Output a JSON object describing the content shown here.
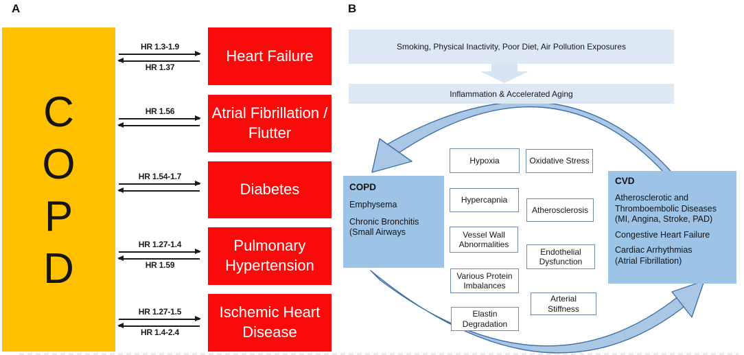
{
  "colors": {
    "copd_yellow": "#FFC000",
    "disease_red": "#F90B0B",
    "banner_blue": "#DCE9F5",
    "block_arrow_blue": "#D7E4F2",
    "entity_blue": "#9DC3E6",
    "arc_fill": "#AAC7E5",
    "arc_stroke": "#3F6FA8",
    "mini_box_border": "#6B8CAD",
    "arrow_black": "#1A1A1A"
  },
  "panel_a": {
    "label": "A",
    "copd_letters": [
      "C",
      "O",
      "P",
      "D"
    ],
    "rows": [
      {
        "disease": "Heart Failure",
        "hr_to": "HR 1.3-1.9",
        "hr_from": "HR 1.37"
      },
      {
        "disease": "Atrial Fibrillation /\nFlutter",
        "hr_to": "HR 1.56"
      },
      {
        "disease": "Diabetes",
        "hr_to": "HR 1.54-1.7"
      },
      {
        "disease": "Pulmonary\nHypertension",
        "hr_to": "HR 1.27-1.4",
        "hr_from": "HR 1.59"
      },
      {
        "disease": "Ischemic Heart\nDisease",
        "hr_to": "HR 1.27-1.5",
        "hr_from": "HR 1.4-2.4"
      }
    ]
  },
  "panel_b": {
    "label": "B",
    "banner_exposures": "Smoking, Physical Inactivity, Poor Diet, Air Pollution Exposures",
    "banner_inflammation": "Inflammation & Accelerated Aging",
    "copd_box": {
      "title": "COPD",
      "items": [
        "Emphysema",
        "Chronic Bronchitis\n(Small Airways"
      ]
    },
    "cvd_box": {
      "title": "CVD",
      "items": [
        "Atherosclerotic and\nThromboembolic Diseases\n(MI, Angina, Stroke, PAD)",
        "Congestive Heart Failure",
        "Cardiac Arrhythmias\n(Atrial Fibrillation)"
      ]
    },
    "mechanisms": [
      "Hypoxia",
      "Oxidative Stress",
      "Hypercapnia",
      "Atherosclerosis",
      "Vessel Wall\nAbnormalities",
      "Endothelial\nDysfunction",
      "Various Protein\nImbalances",
      "Arterial\nStiffness",
      "Elastin\nDegradation"
    ]
  }
}
